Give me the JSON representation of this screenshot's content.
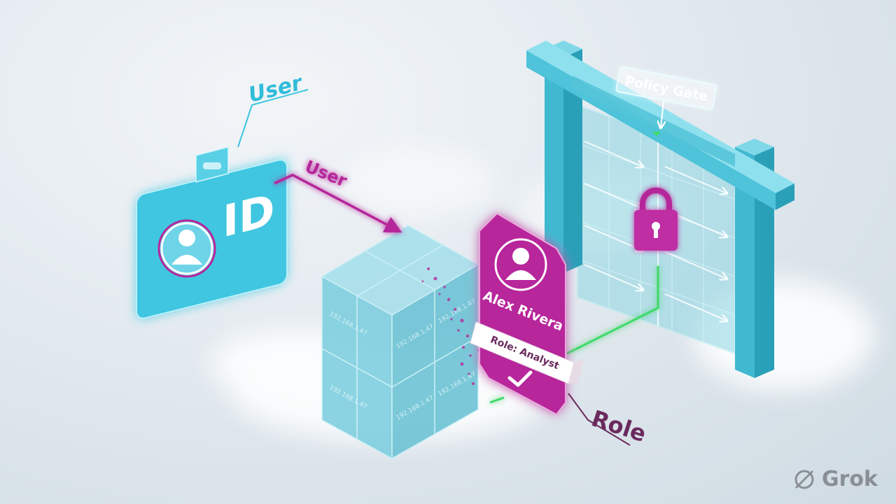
{
  "labels": {
    "user_callout": "User",
    "user_flow": "User",
    "id_badge_text": "ID",
    "policy_gate": "Policy Gate",
    "person_name": "Alex Rivera",
    "role_ribbon": "Role: Analyst",
    "role_callout": "Role"
  },
  "data_cube": {
    "ip_text": "192.168.1.47"
  },
  "brand": {
    "watermark": "Grok"
  },
  "colors": {
    "cyan": "#3fc6e0",
    "magenta": "#b5279a",
    "green": "#41d96a",
    "gate": "#5cc3d6"
  }
}
